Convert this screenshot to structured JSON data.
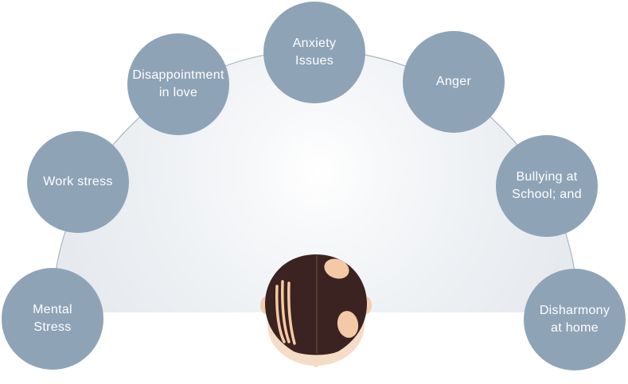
{
  "colors": {
    "node_fill": "#8fa3b7",
    "node_text": "#ffffff",
    "arc_stroke": "#a9b6c4",
    "dome_center": "#ffffff",
    "dome_edge": "#e9edf1",
    "hair": "#3a2320",
    "scalp": "#f4c9a6",
    "skin": "#f3d6bf"
  },
  "diagram": {
    "nodes": [
      {
        "id": "mental-stress",
        "label": "Mental\nStress"
      },
      {
        "id": "work-stress",
        "label": "Work stress"
      },
      {
        "id": "disappointment-in-love",
        "label": "Disappointment\nin love"
      },
      {
        "id": "anxiety-issues",
        "label": "Anxiety\nIssues"
      },
      {
        "id": "anger",
        "label": "Anger"
      },
      {
        "id": "bullying-at-school",
        "label": "Bullying at\nSchool; and"
      },
      {
        "id": "disharmony-at-home",
        "label": "Disharmony\nat home"
      }
    ],
    "center_icon": "balding-head-top-view-icon"
  }
}
